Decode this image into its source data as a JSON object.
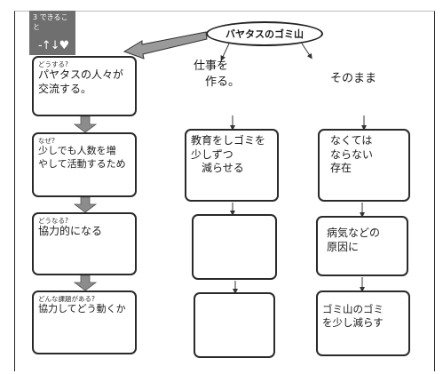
{
  "badge": {
    "label": "3 できること",
    "icon": "-↑↓♥"
  },
  "title": "バヤタスのゴミ山",
  "left_column": [
    {
      "label": "どうする?",
      "answer": "パヤタスの人々が\n交流する。"
    },
    {
      "label": "なぜ?",
      "answer": "少しでも人数を増\nやして活動するため"
    },
    {
      "label": "どうなる?",
      "answer": "協力的になる"
    },
    {
      "label": "どんな課題がある?",
      "answer": "協力してどう動くか"
    }
  ],
  "middle_column": {
    "top_text": "仕事を\n　作る。",
    "boxes": [
      "教育をしゴミを\n少しずつ\n　減らせる",
      "",
      ""
    ]
  },
  "right_column": {
    "top_text": "そのまま",
    "boxes": [
      "なくては\nならない\n存在",
      "病気などの\n原因に",
      "ゴミ山のゴミ\nを少し減らす"
    ]
  }
}
